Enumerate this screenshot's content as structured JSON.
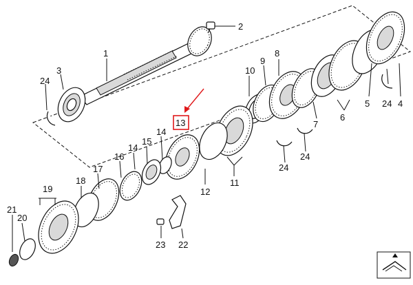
{
  "callouts": [
    "1",
    "2",
    "3",
    "4",
    "5",
    "6",
    "7",
    "8",
    "9",
    "10",
    "11",
    "12",
    "13",
    "14",
    "15",
    "16",
    "17",
    "18",
    "19",
    "20",
    "21",
    "22",
    "23",
    "24"
  ],
  "highlighted_callout": "13",
  "colors": {
    "highlight": "#e0191b",
    "ink": "#111111",
    "background": "#ffffff"
  },
  "icons": {
    "corner": "fold-arrow-icon"
  }
}
